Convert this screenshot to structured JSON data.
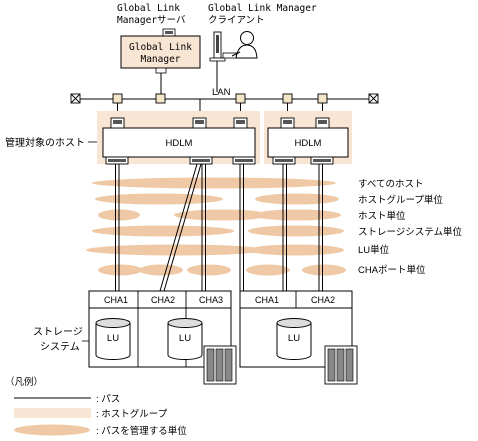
{
  "server_caption_line1": "Global Link",
  "server_caption_line2": "Managerサーバ",
  "client_caption_line1": "Global Link Manager",
  "client_caption_line2": "クライアント",
  "glm_box_line1": "Global Link",
  "glm_box_line2": "Manager",
  "lan_label": "LAN",
  "managed_hosts_label": "管理対象のホスト",
  "hdlm_left": "HDLM",
  "hdlm_right": "HDLM",
  "unit_labels": [
    "すべてのホスト",
    "ホストグループ単位",
    "ホスト単位",
    "ストレージシステム単位",
    "LU単位",
    "CHAポート単位"
  ],
  "storage_label_line1": "ストレージ",
  "storage_label_line2": "システム",
  "cha_left": [
    "CHA1",
    "CHA2",
    "CHA3"
  ],
  "cha_right": [
    "CHA1",
    "CHA2"
  ],
  "lu_labels": [
    "LU",
    "LU",
    "LU"
  ],
  "legend_title": "（凡例）",
  "legend_items": [
    ": パス",
    ": ホストグループ",
    ": パスを管理する単位"
  ],
  "colors": {
    "host_group_fill": "#f9e5d3",
    "unit_ellipse_fill": "#efc9a5",
    "glm_box_fill": "#f9e5d3",
    "lan_node_fill": "#f3e6c8"
  }
}
